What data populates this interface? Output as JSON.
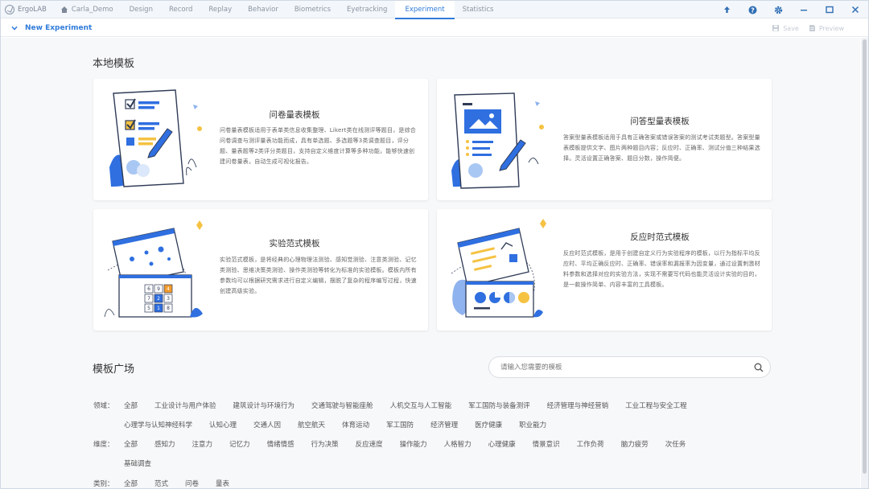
{
  "app": {
    "logo": "ErgoLAB",
    "tabs": [
      {
        "label": "Carla_Demo",
        "active": false
      },
      {
        "label": "Design",
        "active": false
      },
      {
        "label": "Record",
        "active": false
      },
      {
        "label": "Replay",
        "active": false
      },
      {
        "label": "Behavior",
        "active": false
      },
      {
        "label": "Biometrics",
        "active": false
      },
      {
        "label": "Eyetracking",
        "active": false
      },
      {
        "label": "Experiment",
        "active": true
      },
      {
        "label": "Statistics",
        "active": false
      }
    ],
    "icons": [
      "upload-arrow-icon",
      "help-icon",
      "settings-icon",
      "minimize-icon",
      "maximize-icon",
      "close-icon"
    ]
  },
  "subbar": {
    "title": "New Experiment",
    "save_label": "Save",
    "preview_label": "Preview"
  },
  "local_templates": {
    "title": "本地模板",
    "cards": [
      {
        "title": "问卷量表模板",
        "desc": "问卷量表模板适用于表单类信息收集整理、Likert类在线测评等题目，是综合问卷调查与测评量表功能而成，具有单选题、多选题等3类调查题目，评分题、量表题等2类评分类题目，支持自定义维度计算等多种功能，能够快速创建问卷量表，自动生成可视化报告。"
      },
      {
        "title": "问答型量表模板",
        "desc": "答案型量表模板适用于具有正确答案或错误答案的测试考试类题型。答案型量表模板提供文字、图片两种题目内容；反应时、正确率、测试分值三种结果选择。灵活设置正确答案、题目分数，操作简便。"
      },
      {
        "title": "实验范式模板",
        "desc": "实验范式模板，是将经典的心理物理法测验、感知觉测验、注意类测验、记忆类测验、思维决策类测验、操作类测验等转化为标准的实验模板。模板内所有参数均可以根据研究需求进行自定义编辑，摆脱了复杂的程序编写过程，快速创建高级实验。"
      },
      {
        "title": "反应时范式模板",
        "desc": "反应时范式模板，是用于创建自定义行为实验程序的模板，以行为指标平均反应时、平均正确反应时、正确率、错误率和漏报率为因变量，通过设置刺激材料参数和选择对应的实验方法，实现不需要写代码也能灵活设计实验的目的，是一款操作简单、内容丰富的工具模板。"
      }
    ]
  },
  "square": {
    "title": "模板广场",
    "search_placeholder": "请输入您需要的模板",
    "domain_label": "领域：",
    "domains": [
      "全部",
      "工业设计与用户体验",
      "建筑设计与环境行为",
      "交通驾驶与智能座舱",
      "人机交互与人工智能",
      "军工国防与装备测评",
      "经济管理与神经营销",
      "工业工程与安全工程",
      "心理学与认知神经科学",
      "认知心理",
      "交通人因",
      "航空航天",
      "体育运动",
      "军工国防",
      "经济管理",
      "医疗健康",
      "职业能力"
    ],
    "dimension_label": "维度：",
    "dimensions": [
      "全部",
      "感知力",
      "注意力",
      "记忆力",
      "情绪情感",
      "行为决策",
      "反应速度",
      "操作能力",
      "人格智力",
      "心理健康",
      "情景意识",
      "工作负荷",
      "脑力疲劳",
      "次任务",
      "基础调查"
    ],
    "category_label": "类别：",
    "categories": [
      "全部",
      "范式",
      "问卷",
      "量表"
    ]
  },
  "colors": {
    "accent": "#2f7bd9",
    "illustration_blue": "#2f6fe0",
    "illustration_yellow": "#f5c242"
  }
}
